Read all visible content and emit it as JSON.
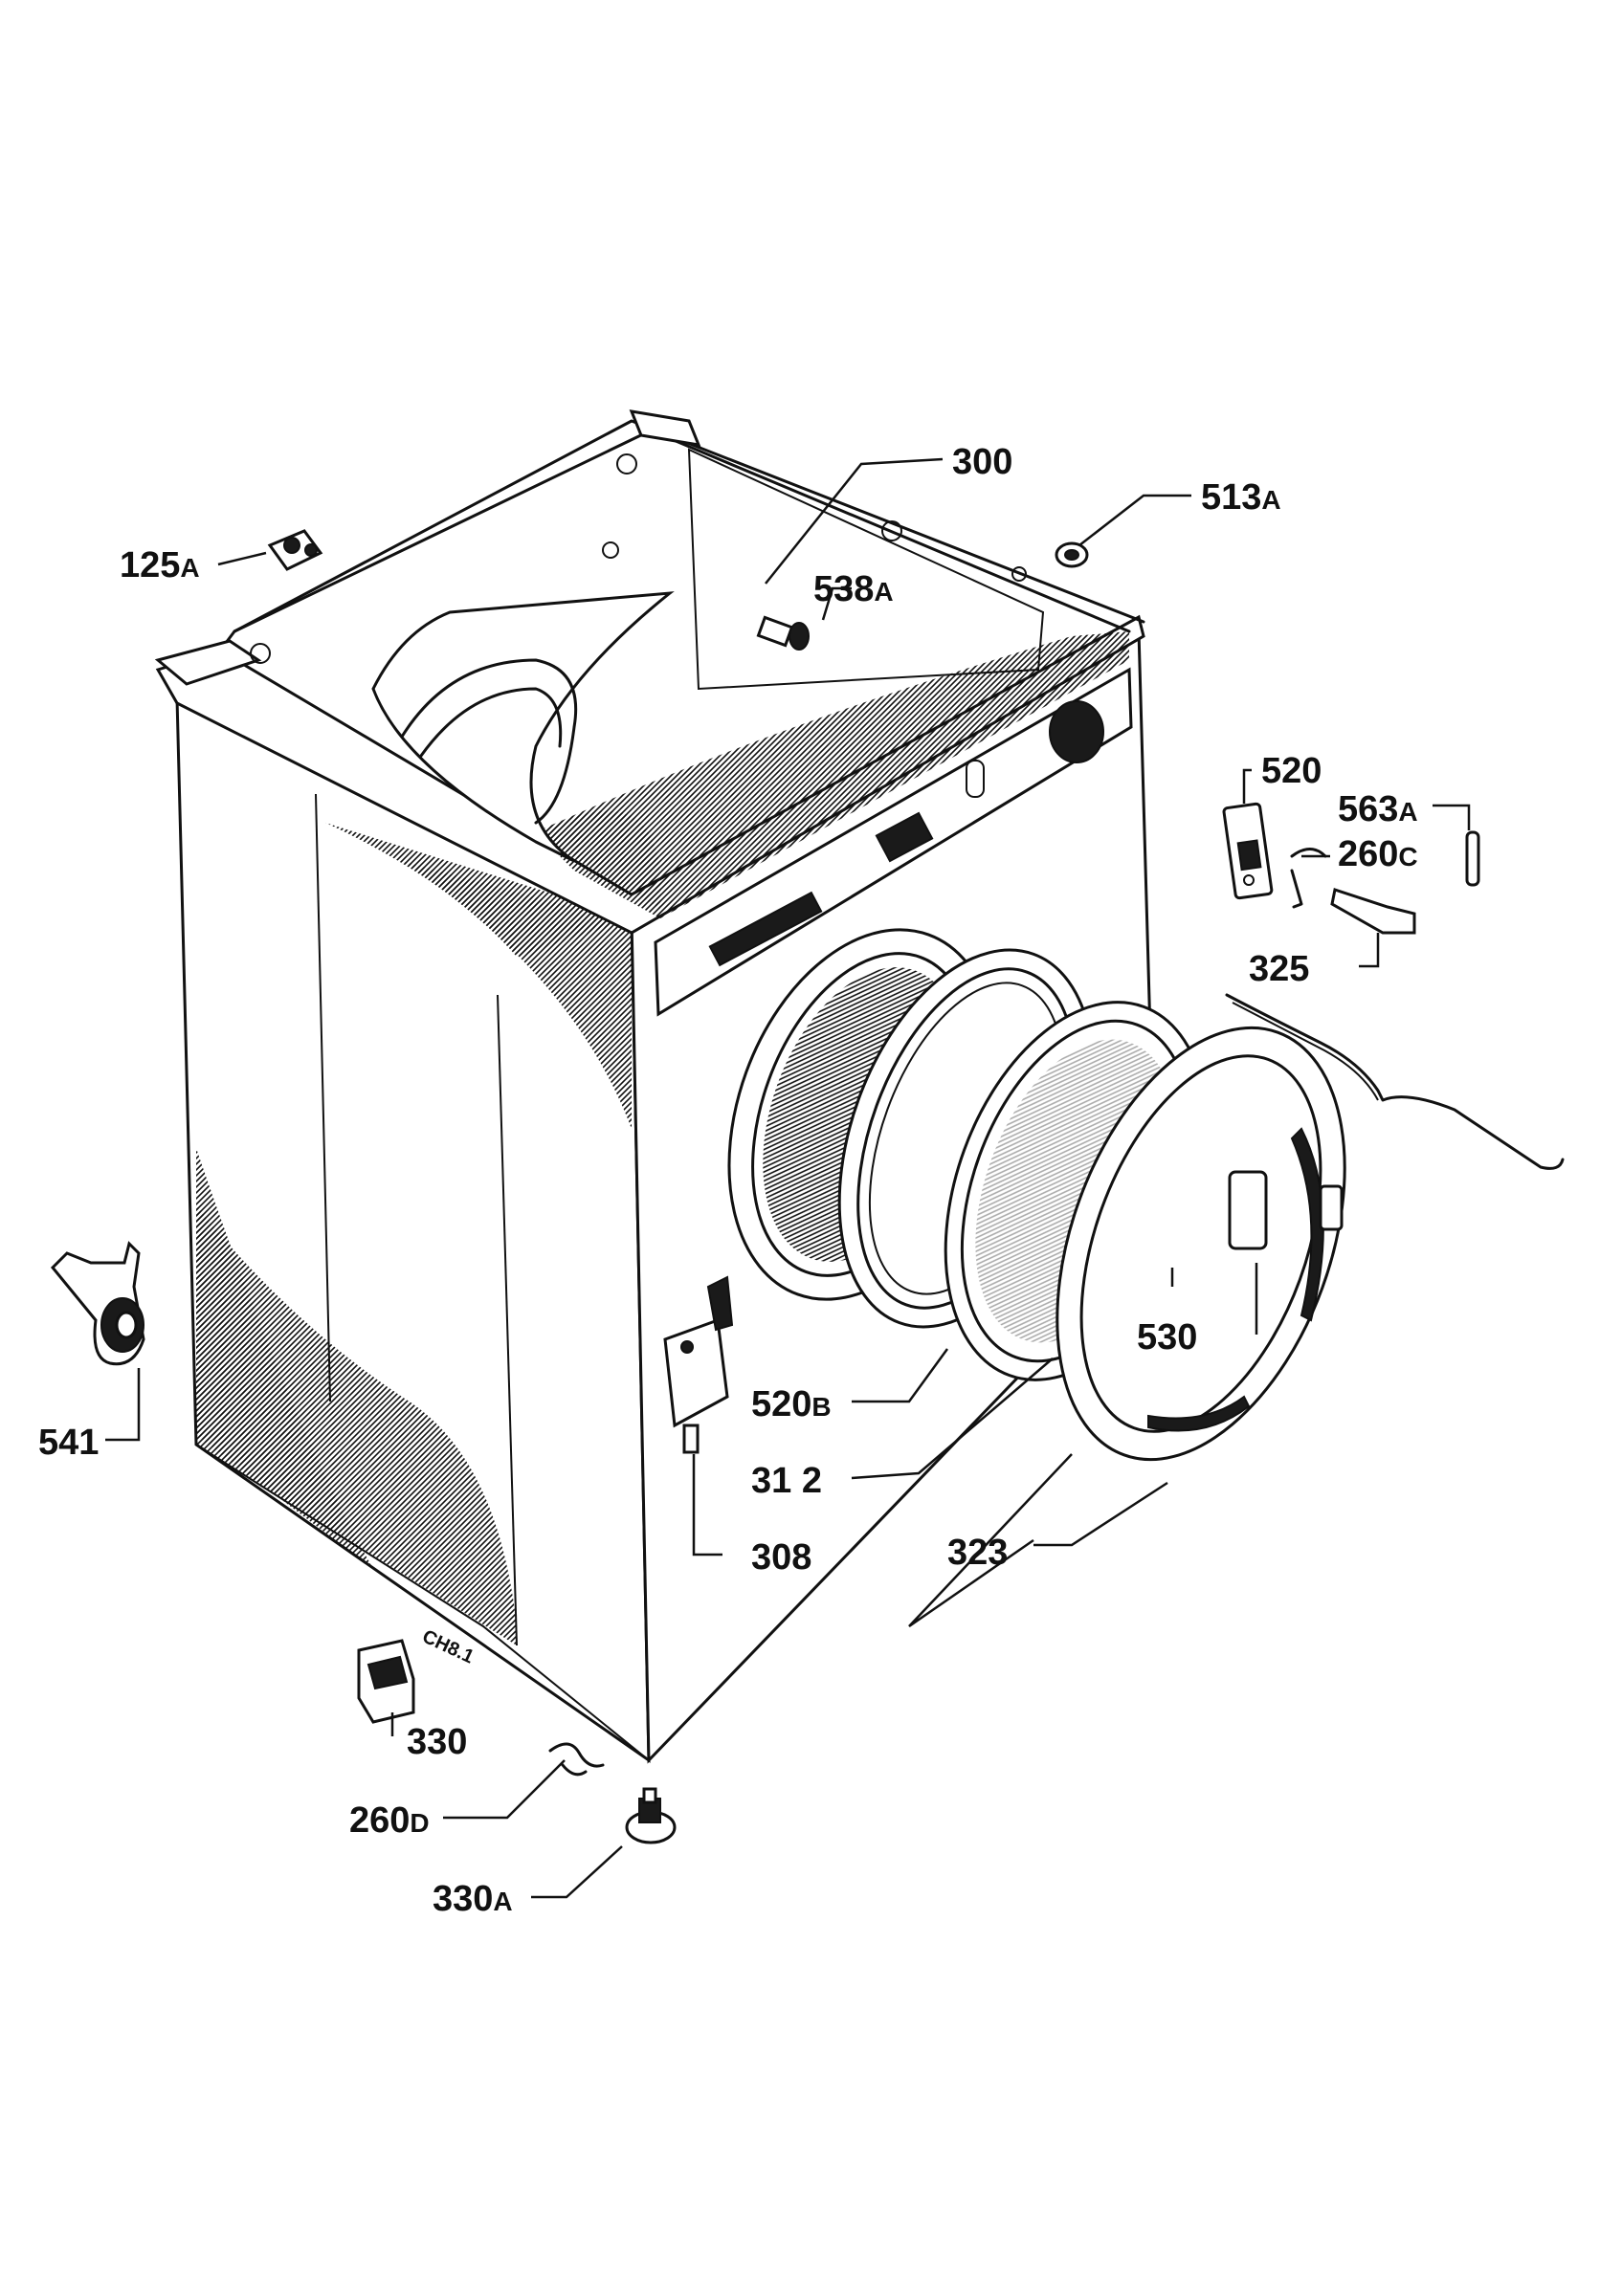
{
  "parts": [
    {
      "id": "p300",
      "num": "300",
      "suffix": ""
    },
    {
      "id": "p513a",
      "num": "513",
      "suffix": "A"
    },
    {
      "id": "p125a",
      "num": "125",
      "suffix": "A"
    },
    {
      "id": "p538a",
      "num": "538",
      "suffix": "A"
    },
    {
      "id": "p520",
      "num": "520",
      "suffix": ""
    },
    {
      "id": "p563a",
      "num": "563",
      "suffix": "A"
    },
    {
      "id": "p260c",
      "num": "260",
      "suffix": "C"
    },
    {
      "id": "p325",
      "num": "325",
      "suffix": ""
    },
    {
      "id": "p530",
      "num": "530",
      "suffix": ""
    },
    {
      "id": "p520b",
      "num": "520",
      "suffix": "B"
    },
    {
      "id": "p312",
      "num": "31 2",
      "suffix": ""
    },
    {
      "id": "p541",
      "num": "541",
      "suffix": ""
    },
    {
      "id": "p308",
      "num": "308",
      "suffix": ""
    },
    {
      "id": "p323",
      "num": "323",
      "suffix": ""
    },
    {
      "id": "p330",
      "num": "330",
      "suffix": ""
    },
    {
      "id": "p260d",
      "num": "260",
      "suffix": "D"
    },
    {
      "id": "p330a",
      "num": "330",
      "suffix": "A"
    }
  ],
  "panel_mark": "CH8.1"
}
